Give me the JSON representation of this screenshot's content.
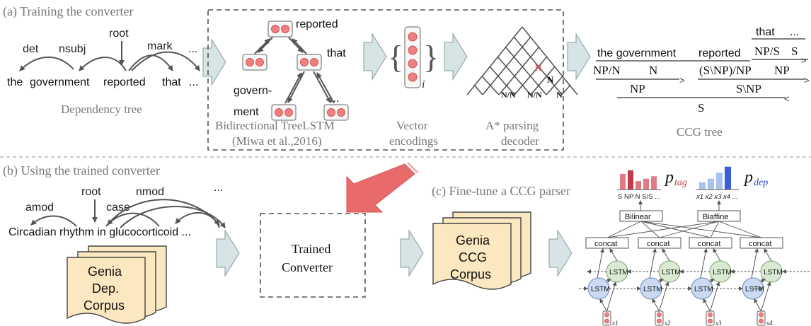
{
  "sections": {
    "a_title": "(a) Training the converter",
    "b_title": "(b) Using the trained converter",
    "c_title": "(c) Fine-tune a CCG parser"
  },
  "dep_tree_a": {
    "labels": [
      "det",
      "nsubj",
      "root",
      "mark",
      "..."
    ],
    "words": [
      "the",
      "government",
      "reported",
      "that",
      "..."
    ],
    "caption": "Dependency tree"
  },
  "treelstm": {
    "nodes": [
      "reported",
      "that",
      "govern-",
      "ment",
      "..."
    ],
    "caption_line1": "Bidirectional TreeLSTM",
    "caption_line2": "(Miwa et al.,2016)"
  },
  "vector": {
    "subscript": "i",
    "caption_line1": "Vector",
    "caption_line2": "encodings"
  },
  "astar": {
    "cells": [
      "N",
      "N",
      "N/N",
      "N/N",
      "N"
    ],
    "caption_line1": "A* parsing",
    "caption_line2": "decoder"
  },
  "ccg_tree": {
    "words": [
      "the government",
      "reported",
      "that",
      "..."
    ],
    "cats_row1": [
      "NP/S",
      "S"
    ],
    "cats_row2": [
      "NP/N",
      "N",
      "(S\\NP)/NP",
      "NP"
    ],
    "cats_row3": [
      "NP",
      "S\\NP"
    ],
    "cats_row4": [
      "S"
    ],
    "caption": "CCG tree"
  },
  "dep_tree_b": {
    "labels": [
      "amod",
      "root",
      "case",
      "nmod",
      "..."
    ],
    "sentence": "Circadian rhythm in glucocorticoid ..."
  },
  "genia_dep": [
    "Genia",
    "Dep.",
    "Corpus"
  ],
  "trained_converter": [
    "Trained",
    "Converter"
  ],
  "genia_ccg": [
    "Genia",
    "CCG",
    "Corpus"
  ],
  "parser": {
    "p_tag": "p",
    "p_tag_sub": "tag",
    "p_dep": "p",
    "p_dep_sub": "dep",
    "tag_axis": "S NP N S/S ...",
    "dep_axis": "x1 x2 x3 x4 ...",
    "bilinear": "Bilinear",
    "biaffine": "Biaffine",
    "concat": "concat",
    "lstm": "LSTM",
    "inputs": [
      "x1",
      "x2",
      "x3",
      "x4"
    ],
    "tag_bar_values": [
      0.65,
      0.8,
      0.35,
      0.45,
      0.55
    ],
    "dep_bar_values": [
      0.3,
      0.45,
      0.7,
      0.95
    ]
  },
  "colors": {
    "arrow_fill": "#d7e4e6",
    "arrow_stroke": "#8a9a9c",
    "red_dot": "#f08080",
    "red_dot_dark": "#e24a4a",
    "doc_fill": "#fbe8c0",
    "lstm_blue": "#c9daf2",
    "lstm_green": "#d9ead3",
    "bar_red": "#e07b86",
    "bar_red_dark": "#c03a4a",
    "bar_blue": "#a7c2ee",
    "bar_blue_dark": "#3c5fd6",
    "big_arrow": "#e86a6a"
  }
}
